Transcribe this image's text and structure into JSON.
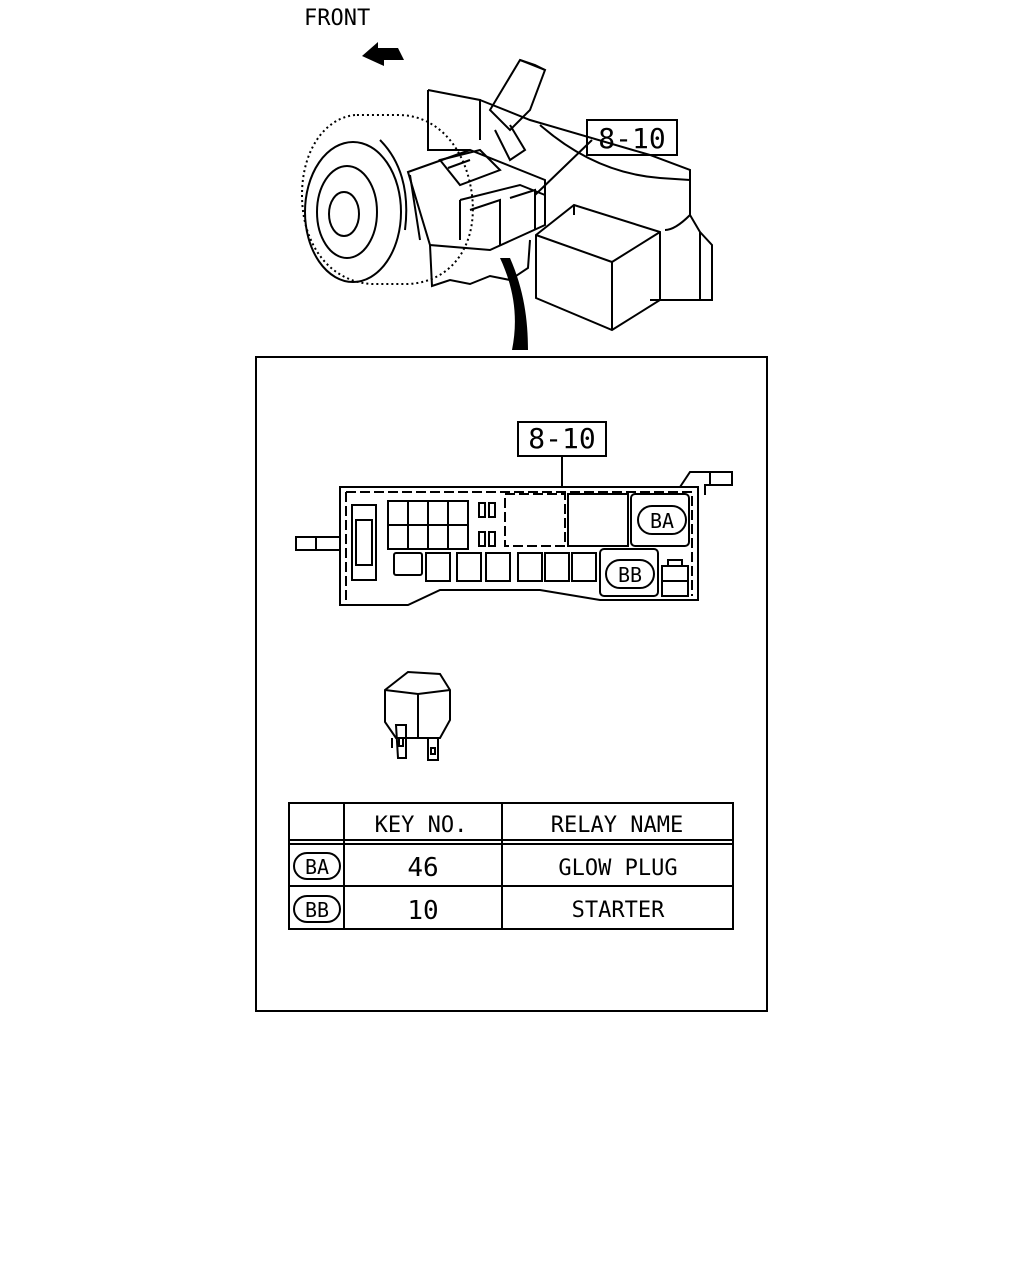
{
  "direction": {
    "label": "FRONT"
  },
  "callouts": {
    "top": "8-10",
    "detail": "8-10"
  },
  "relay_keys": {
    "ba": "BA",
    "bb": "BB"
  },
  "table": {
    "headers": {
      "key_no": "KEY NO.",
      "relay_name": "RELAY NAME"
    },
    "rows": [
      {
        "id": "BA",
        "key_no": "46",
        "relay_name": "GLOW PLUG"
      },
      {
        "id": "BB",
        "key_no": "10",
        "relay_name": "STARTER"
      }
    ]
  },
  "colors": {
    "line": "#000000",
    "background": "#ffffff"
  }
}
